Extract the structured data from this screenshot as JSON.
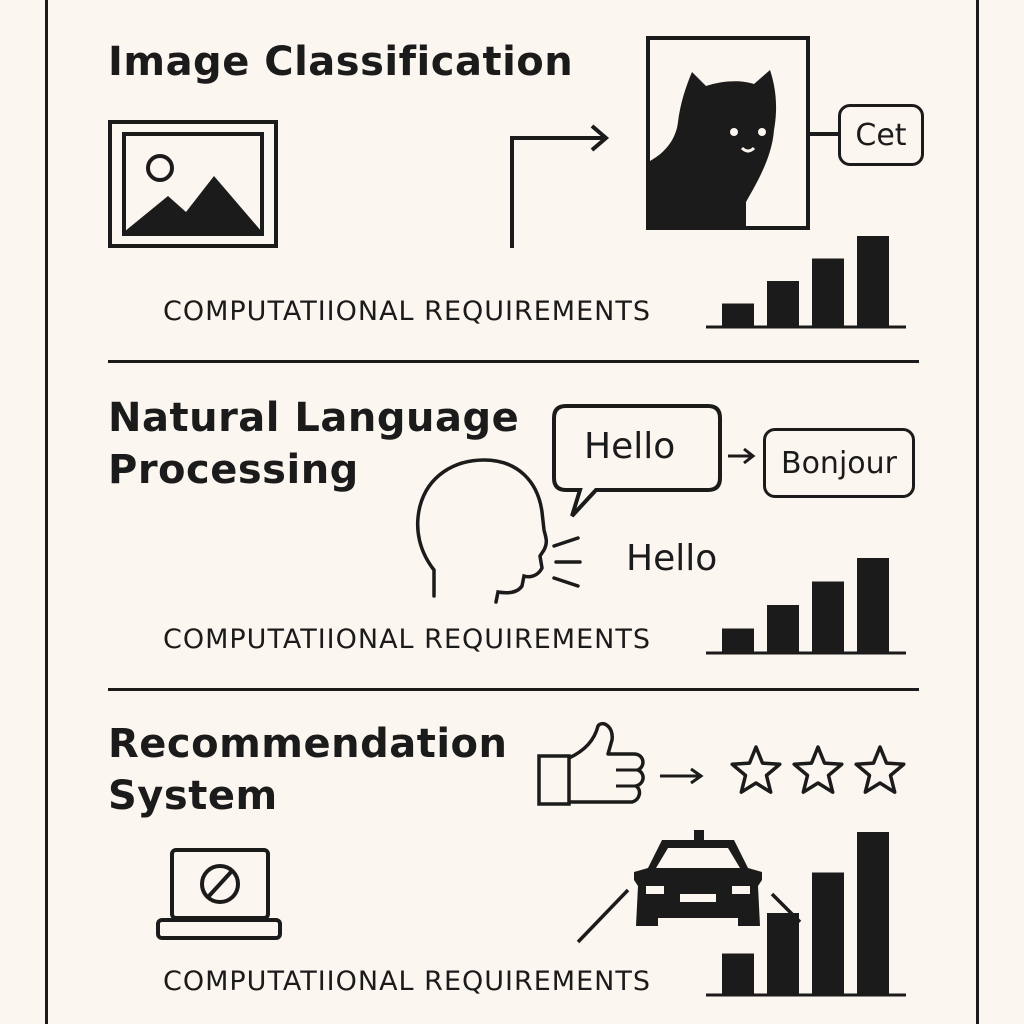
{
  "sections": [
    {
      "title": "Image Classification",
      "result_label": "Cet",
      "requirements_label": "COMPUTATIIONAL REQUIREMENTS",
      "requirement_bars": [
        1,
        2,
        3,
        4
      ]
    },
    {
      "title": "Natural Language Processing",
      "bubble_text": "Hello",
      "translation": "Bonjour",
      "spoken_text": "Hello",
      "requirements_label": "COMPUTATIIONAL REQUIREMENTS",
      "requirement_bars": [
        1,
        2,
        3,
        4
      ]
    },
    {
      "title": "Recommendation System",
      "star_count": 3,
      "requirements_label": "COMPUTATIIONAL REQUIREMENTS",
      "requirement_bars": [
        1,
        2,
        3,
        4
      ]
    }
  ],
  "colors": {
    "ink": "#1b1b1b",
    "paper": "#fbf6ef"
  },
  "icons": [
    "image-icon",
    "arrow-icon",
    "cat-photo-icon",
    "speech-bubble-icon",
    "person-head-icon",
    "thumbs-up-icon",
    "star-icon",
    "laptop-icon",
    "car-icon",
    "bar-chart-icon"
  ]
}
